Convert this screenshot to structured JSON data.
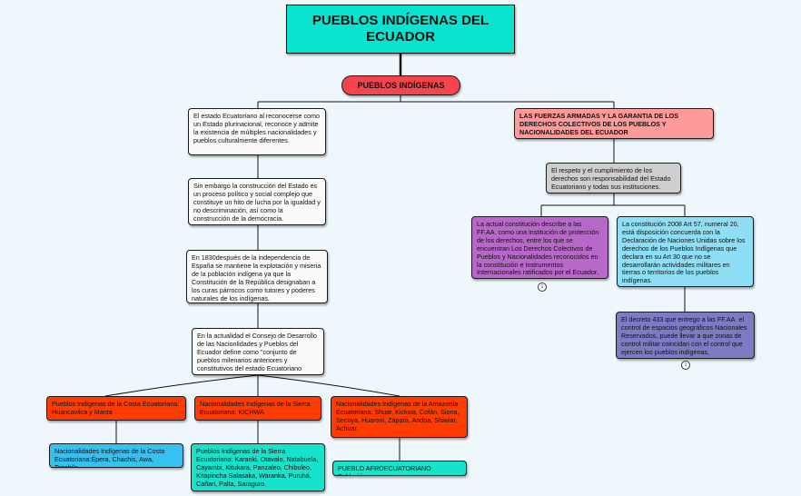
{
  "title": "PUEBLOS INDÍGENAS DEL ECUADOR",
  "subtopic": "PUEBLOS INDÍGENAS",
  "left_branch": [
    "El estado Ecuatoriano al reconocerse como un Estado plurinacional, reconoce y admite la existencia de múltiples nacionalidades y pueblos culturalmente diferentes.",
    "Sin embargo la construcción del Estado es un proceso político y social complejo que constituye un hito de lucha por la igualdad y no descriminación, así como la construcción de la democracia.",
    "En 1830después de la independencia de España se mantiene la explotación y miseria de la población indígena ya que la Constitución de la República designaban a los curas párrocos como tutores y poderes naturales de los indígenas.",
    "En la actualidad el Consejo de Desarrollo de las Nacionlidades y Pueblos del Ecuador define como \"conjunto de pueblos milenarios anteriores y constitutivos del estado Ecuatoriano"
  ],
  "regions": {
    "costa": "Pueblos Indígenas de la Costa Ecuatoriana: Huancavilca y Manta",
    "sierra": "Nacionalidades Indígenas de la Sierra Ecuatoriana: KICHWA",
    "amazonia": "Nacionalidades Indígenas de la Amazonía Ecuatoriana: Shuar, Kickwa, Cofán, Siona, Secoya, Huaroni, Zápara, Andoa, Shiwiar, Achuar.",
    "costa_nac": "Nacionalidades Indígenas de la Costa Ecuatoriana:Épera, Chachis, Awa, Tsachila",
    "sierra_pueblos": "Pueblos Indígenas de la Sierra Ecuatoriana: Karanki, Otavalo, Natabuela, Cayambi, Kitukara, Panzaleo, Chibuleo, Kitapincha Salasaka, Waranka, Puruhá, Cañari, Palta, Saraguro.",
    "afro": "PUEBLO AFROECUATORIANO Población"
  },
  "right_branch": {
    "heading": "LAS FUERZAS ARMADAS Y LA GARANTIA DE LOS DERECHOS COLECTIVOS DE LOS PUEBLOS Y NACIONALIDADES DEL ECUADOR",
    "respeto": "El respeto y el cumplimiento de los derechos son responsabilidad del Estado Ecuatoriano y todas sus instituciones.",
    "constitucion_actual": "La actual constitución describe a las FF.AA. como una institución de protección de los derechos, entre los que se encuentran Los Derechos Colectivos de Pueblos y Nacionalidades reconocidos en la constitución e Instrumentos Internacionales ratificados por el Ecuador.",
    "constitucion_2008": "La constitución 2008 Art 57, numeral 20, está disposición concuerda con la Declaración de Naciones Unidas sobre los derechos de los Pueblos Indígenas que declara en su Art 30 que no se desarrollarán actividades militares en tierras o territorios de los pueblos indígenas.",
    "decreto": "El decreto 433 que entrego a las FF.AA. el control de espacios geográficos Nacionales Reservados, puede llevar a que zonas de control militar coincidan con el control que ejercen los pueblos indígenas,"
  },
  "badges": [
    "1",
    "1"
  ],
  "colors": {
    "background": "#eef7fb",
    "title": "#08e4cf",
    "subtopic": "#f4444d",
    "heading_pink": "#ff9a9a",
    "purple": "#b868c8",
    "sky": "#8edff5",
    "indigo": "#7c7cc4",
    "orange": "#ff3c00",
    "blue": "#37c1f0",
    "cyan": "#17e2cc"
  }
}
